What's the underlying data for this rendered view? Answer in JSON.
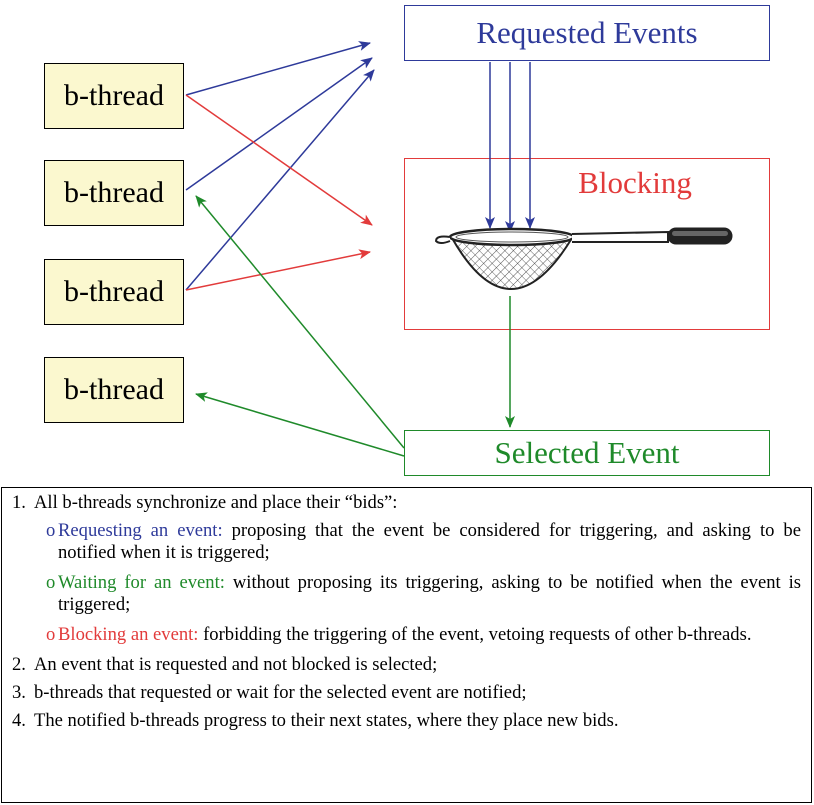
{
  "diagram": {
    "bthreads": [
      "b-thread",
      "b-thread",
      "b-thread",
      "b-thread"
    ],
    "requested_label": "Requested Events",
    "blocking_label": "Blocking",
    "selected_label": "Selected Event",
    "colors": {
      "request": "#2e3a9a",
      "block": "#e23b3b",
      "wait": "#1f8a2a",
      "bthread_fill": "#fbf8cf"
    }
  },
  "steps": {
    "s1": {
      "num": "1.",
      "text": "All b-threads synchronize and place their “bids”:"
    },
    "b1": {
      "mark": "o",
      "head": "Requesting an event:",
      "text": " proposing that the event be considered for triggering, and asking to be notified when it is triggered;"
    },
    "b2": {
      "mark": "o",
      "head": "Waiting for an event:",
      "text": " without proposing its triggering, asking to be notified when the event is triggered;"
    },
    "b3": {
      "mark": "o",
      "head": "Blocking an event:",
      "text": " forbidding the triggering of the event, vetoing requests of other b-threads."
    },
    "s2": {
      "num": "2.",
      "text": "An event that is requested and not blocked is selected;"
    },
    "s3": {
      "num": "3.",
      "text": "b-threads that requested or wait for the selected event are notified;"
    },
    "s4": {
      "num": "4.",
      "text": "The notified b-threads progress to their next states, where they place new bids."
    }
  }
}
